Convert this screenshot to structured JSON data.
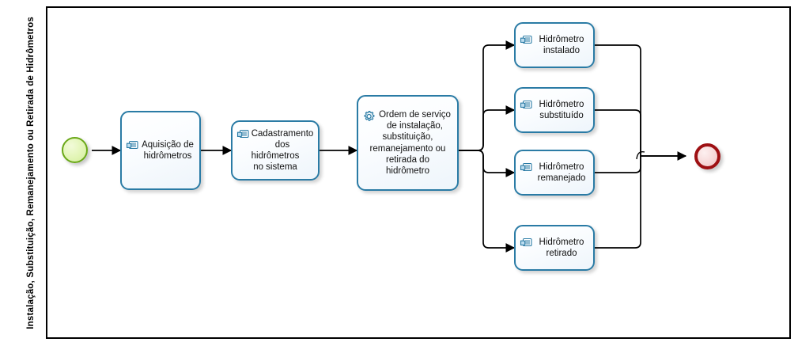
{
  "diagram": {
    "type": "bpmn-process",
    "pool_label": "Instalação, Substituição, Remanejamento ou Retirada de Hidrômetros",
    "colors": {
      "task_border": "#2a7ba5",
      "task_fill": "#f2f8fd",
      "start_event_border": "#6aa818",
      "start_event_fill": "#e2f5b6",
      "end_event_border": "#9e1013",
      "end_event_fill": "#f7d9d9",
      "connector": "#000000",
      "frame": "#000000"
    },
    "events": [
      {
        "id": "start",
        "name": "start-event",
        "kind": "start",
        "label": ""
      },
      {
        "id": "end",
        "name": "end-event",
        "kind": "end",
        "label": ""
      }
    ],
    "tasks": [
      {
        "id": "t1",
        "icon": "manual-task-icon",
        "task_type": "manual",
        "lines": [
          "Aquisição de",
          "hidrômetros"
        ]
      },
      {
        "id": "t2",
        "icon": "manual-task-icon",
        "task_type": "manual",
        "lines": [
          "Cadastramento",
          "dos hidrômetros",
          "no sistema"
        ]
      },
      {
        "id": "t3",
        "icon": "service-task-gear-icon",
        "task_type": "service",
        "lines": [
          "Ordem de serviço",
          "de instalação,",
          "substituição,",
          "remanejamento ou",
          "retirada do",
          "hidrômetro"
        ]
      },
      {
        "id": "t4",
        "icon": "manual-task-icon",
        "task_type": "manual",
        "lines": [
          "Hidrômetro",
          "instalado"
        ]
      },
      {
        "id": "t5",
        "icon": "manual-task-icon",
        "task_type": "manual",
        "lines": [
          "Hidrômetro",
          "substituído"
        ]
      },
      {
        "id": "t6",
        "icon": "manual-task-icon",
        "task_type": "manual",
        "lines": [
          "Hidrômetro",
          "remanejado"
        ]
      },
      {
        "id": "t7",
        "icon": "manual-task-icon",
        "task_type": "manual",
        "lines": [
          "Hidrômetro",
          "retirado"
        ]
      }
    ],
    "flows": [
      {
        "from": "start",
        "to": "t1"
      },
      {
        "from": "t1",
        "to": "t2"
      },
      {
        "from": "t2",
        "to": "t3"
      },
      {
        "from": "t3",
        "to": "t4"
      },
      {
        "from": "t3",
        "to": "t5"
      },
      {
        "from": "t3",
        "to": "t6"
      },
      {
        "from": "t3",
        "to": "t7"
      },
      {
        "from": "t4",
        "to": "end"
      },
      {
        "from": "t5",
        "to": "end"
      },
      {
        "from": "t6",
        "to": "end"
      },
      {
        "from": "t7",
        "to": "end"
      }
    ]
  }
}
